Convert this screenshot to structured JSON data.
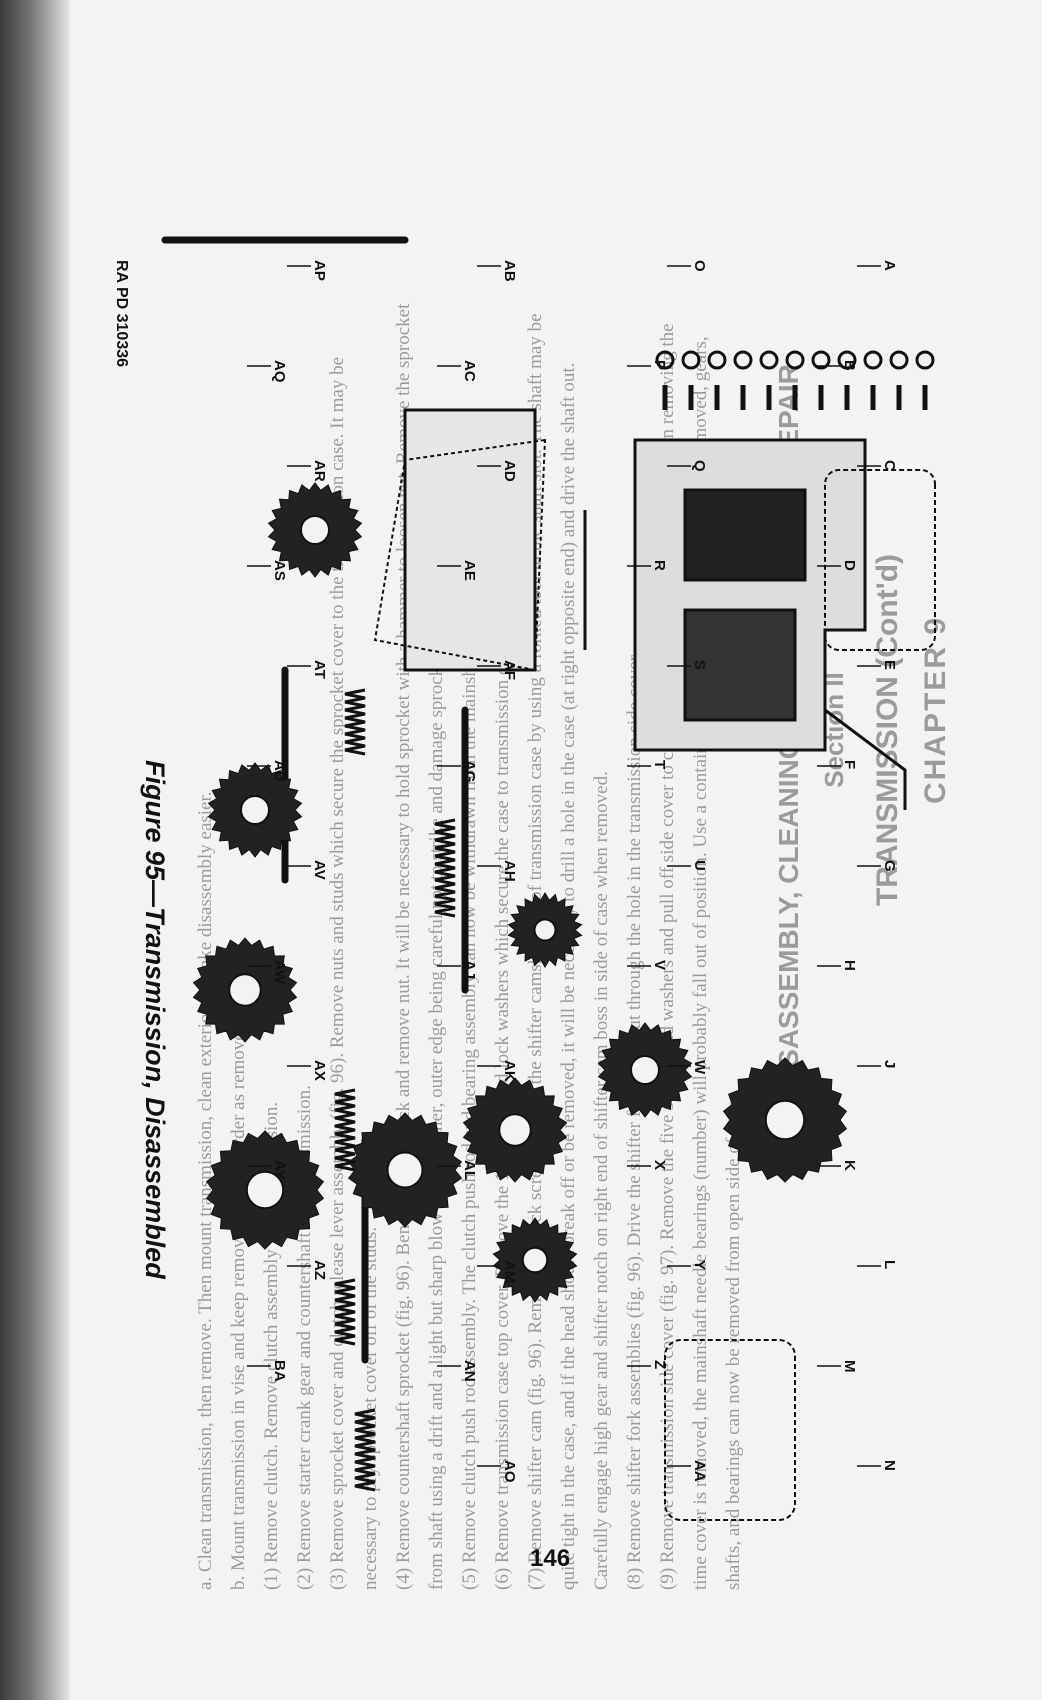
{
  "page": {
    "chapter": "CHAPTER 9",
    "section_title": "TRANSMISSION (Cont'd)",
    "part_title": "Section II",
    "heading": "DISASSEMBLY, CLEANING, INSPECTION, AND REPAIR",
    "figure_caption": "Figure 95—Transmission, Disassembled",
    "figure_ref": "RA PD 310336",
    "page_number": "146"
  },
  "body_text": [
    "a. Clean transmission, then remove. Then mount transmission, clean exterior to make disassembly easier.",
    "b. Mount transmission in vise and keep removed parts in order as removed.",
    "(1) Remove clutch. Remove clutch assembly from transmission.",
    "(2) Remove starter crank gear and countershaft from transmission.",
    "(3) Remove sprocket cover and clutch release lever assembly (fig. 96). Remove nuts and studs which secure the sprocket cover to the transmission case. It may be necessary to pry sprocket cover off of the studs.",
    "(4) Remove countershaft sprocket (fig. 96). Bend down nut lock and remove nut. It will be necessary to hold sprocket with a hammer to loosen nut. Remove the sprocket from shaft using a drift and a light but sharp blow with hammer, outer edge being careful not to strike and damage sprocket teeth.",
    "(5) Remove clutch push rod assembly. The clutch push rod and bearing assembly can now be withdrawn from the mainshaft.",
    "(6) Remove transmission case top cover. Remove the 10 screws and lock washers which secure the case to transmission cover. Lift cover from case.",
    "(7) Remove shifter cam (fig. 96). Remove the lock screw and pull the shifter camshaft out of transmission case by using a forked tool in the shaft slot. The shaft may be quite tight in the case, and if the head should break off or be removed, it will be necessary to drill a hole in the case (at right opposite end) and drive the shaft out. Carefully engage high gear and shifter notch on right end of shifter cam boss in side of case when removed.",
    "(8) Remove shifter fork assemblies (fig. 96). Drive the shifter fork shaft out through the hole in the transmission side cover.",
    "(9) Remove transmission side cover (fig. 97). Remove the five screws and washers and pull off side cover to case. Tap the cover from end of case. When removing the time cover is removed, the mainshaft needle bearings (number) will probably fall out of position. Use a container and identify them. With side cover removed, gears, shafts, and bearings can now be removed from open side of case."
  ],
  "part_labels": [
    "A",
    "B",
    "C",
    "D",
    "E",
    "F",
    "G",
    "H",
    "J",
    "K",
    "L",
    "M",
    "N",
    "O",
    "P",
    "Q",
    "R",
    "S",
    "T",
    "U",
    "V",
    "W",
    "X",
    "Y",
    "Z",
    "AA",
    "AB",
    "AC",
    "AD",
    "AE",
    "AF",
    "AG",
    "AH",
    "AJ",
    "AK",
    "AL",
    "AM",
    "AN",
    "AO",
    "AP",
    "AQ",
    "AR",
    "AS",
    "AT",
    "AU",
    "AV",
    "AW",
    "AX",
    "AY",
    "AZ",
    "BA"
  ],
  "colors": {
    "ink": "#111111",
    "paper": "#f3f3f1",
    "bleed": "#555555"
  }
}
